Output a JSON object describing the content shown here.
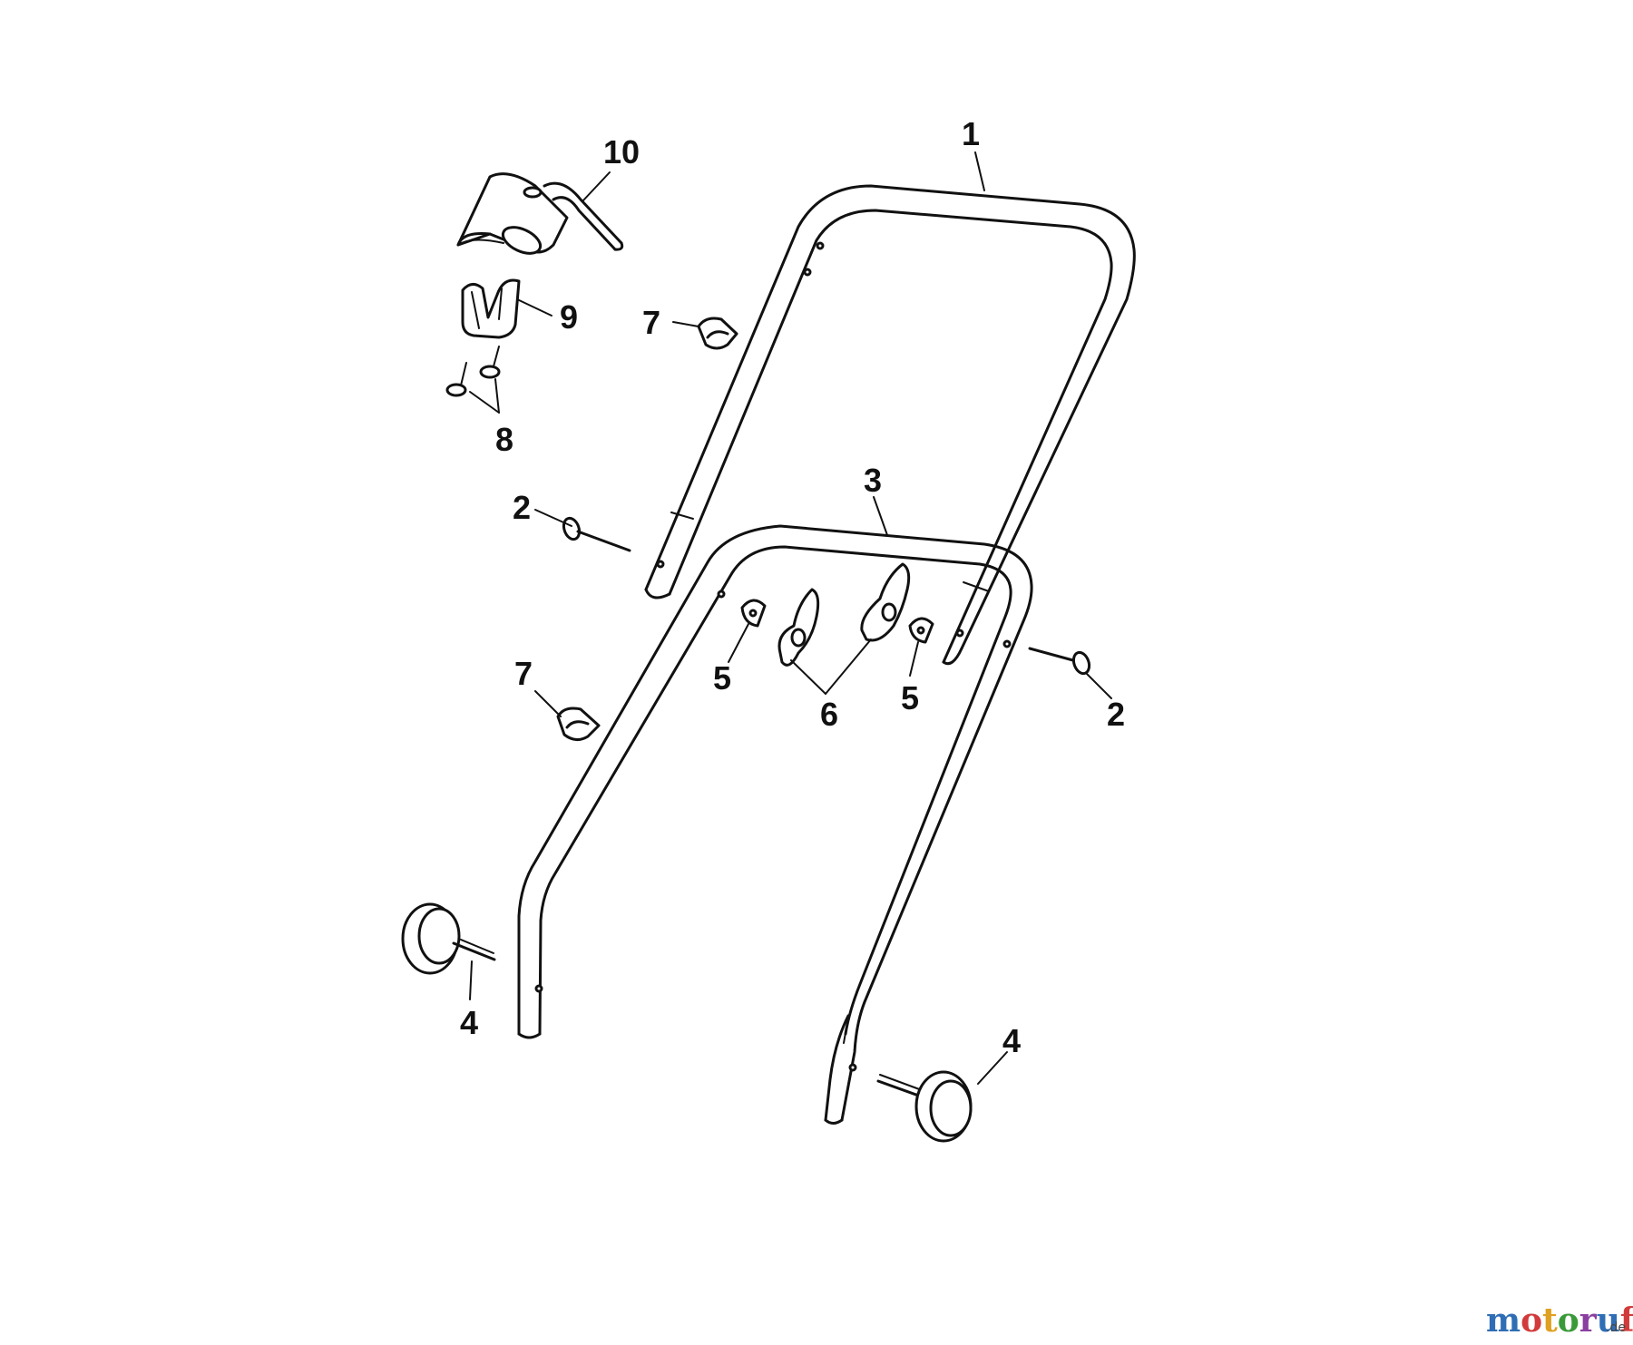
{
  "labels": {
    "p1": "1",
    "p2a": "2",
    "p2b": "2",
    "p3": "3",
    "p4a": "4",
    "p4b": "4",
    "p5a": "5",
    "p5b": "5",
    "p6": "6",
    "p7a": "7",
    "p7b": "7",
    "p8": "8",
    "p9": "9",
    "p10": "10"
  },
  "watermark": {
    "text": "motoruf",
    "suffix": ".de",
    "colors": [
      "#2f6db5",
      "#d23b3b",
      "#e0a020",
      "#3a9a3a",
      "#8a3fa0",
      "#2f6db5",
      "#d23b3b"
    ]
  },
  "colors": {
    "line": "#111111",
    "background": "#ffffff"
  }
}
